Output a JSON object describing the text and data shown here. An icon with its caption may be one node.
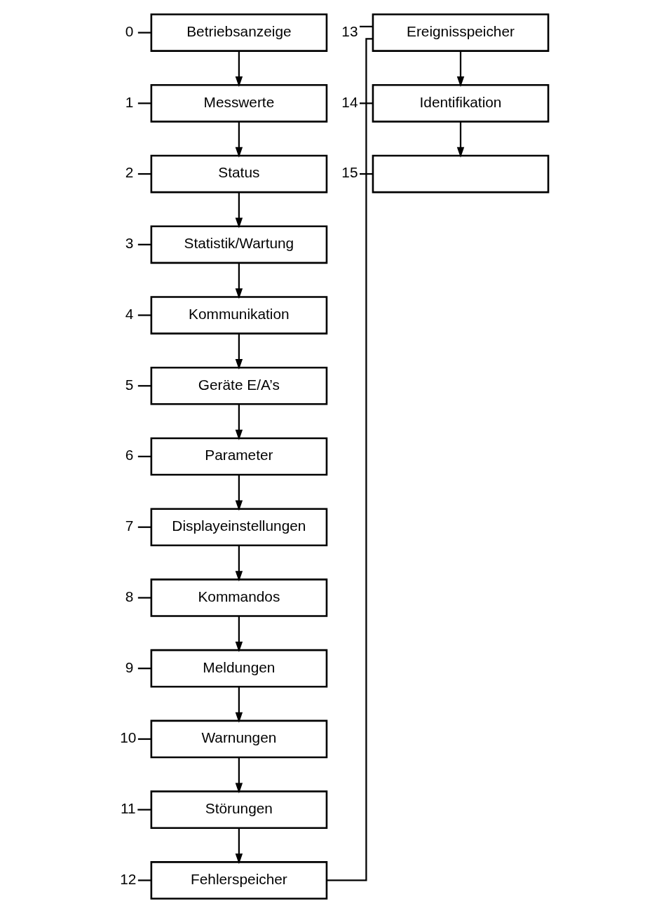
{
  "diagram": {
    "nodes": [
      {
        "text": [
          "0"
        ]
      },
      {
        "text": [
          "Betriebsanzeige"
        ]
      },
      {
        "text": [
          "1"
        ]
      },
      {
        "text": [
          "Messwerte"
        ]
      },
      {
        "text": [
          "2"
        ]
      },
      {
        "text": [
          "Status"
        ]
      },
      {
        "text": [
          "3"
        ]
      },
      {
        "text": [
          "Statistik/Wartung"
        ]
      },
      {
        "text": [
          "4"
        ]
      },
      {
        "text": [
          "Kommunikation"
        ]
      },
      {
        "text": [
          "5"
        ]
      },
      {
        "text": [
          "Geräte E/A’s"
        ]
      },
      {
        "text": [
          "6"
        ]
      },
      {
        "text": [
          "Parameter"
        ]
      },
      {
        "text": [
          "7"
        ]
      },
      {
        "text": [
          "Displayeinstellungen"
        ]
      },
      {
        "text": [
          "8"
        ]
      },
      {
        "text": [
          "Kommandos"
        ]
      },
      {
        "text": [
          "9"
        ]
      },
      {
        "text": [
          "Meldungen"
        ]
      },
      {
        "text": [
          "10"
        ]
      },
      {
        "text": [
          "Warnungen"
        ]
      },
      {
        "text": [
          "11"
        ]
      },
      {
        "text": [
          "Störungen"
        ]
      },
      {
        "text": [
          "12"
        ]
      },
      {
        "text": [
          "Fehlerspeicher"
        ]
      },
      {
        "text": [
          "13"
        ]
      },
      {
        "text": [
          "Ereignisspeicher"
        ]
      },
      {
        "text": [
          "14"
        ]
      },
      {
        "text": [
          "Identifikation"
        ]
      },
      {
        "text": [
          "15"
        ]
      },
      {
        "text": [],
        "shape": "box"
      }
    ],
    "edges": [
      {
        "from": 0,
        "to": 1,
        "arrow": "none"
      },
      {
        "from": 2,
        "to": 3,
        "arrow": "none"
      },
      {
        "from": 4,
        "to": 5,
        "arrow": "none"
      },
      {
        "from": 6,
        "to": 7,
        "arrow": "none"
      },
      {
        "from": 8,
        "to": 9,
        "arrow": "none"
      },
      {
        "from": 10,
        "to": 11,
        "arrow": "none"
      },
      {
        "from": 12,
        "to": 13,
        "arrow": "none"
      },
      {
        "from": 14,
        "to": 15,
        "arrow": "none"
      },
      {
        "from": 16,
        "to": 17,
        "arrow": "none"
      },
      {
        "from": 18,
        "to": 19,
        "arrow": "none"
      },
      {
        "from": 20,
        "to": 21,
        "arrow": "none"
      },
      {
        "from": 22,
        "to": 23,
        "arrow": "none"
      },
      {
        "from": 24,
        "to": 25,
        "arrow": "none"
      },
      {
        "from": 26,
        "to": 27,
        "arrow": "none"
      },
      {
        "from": 28,
        "to": 29,
        "arrow": "none"
      },
      {
        "from": 30,
        "to": 31,
        "arrow": "none"
      },
      {
        "from": 1,
        "to": 3,
        "arrow": "to"
      },
      {
        "from": 3,
        "to": 5,
        "arrow": "to"
      },
      {
        "from": 5,
        "to": 7,
        "arrow": "to"
      },
      {
        "from": 7,
        "to": 9,
        "arrow": "to"
      },
      {
        "from": 9,
        "to": 11,
        "arrow": "to"
      },
      {
        "from": 11,
        "to": 13,
        "arrow": "to"
      },
      {
        "from": 13,
        "to": 15,
        "arrow": "to"
      },
      {
        "from": 15,
        "to": 17,
        "arrow": "to"
      },
      {
        "from": 17,
        "to": 19,
        "arrow": "to"
      },
      {
        "from": 19,
        "to": 21,
        "arrow": "to"
      },
      {
        "from": 21,
        "to": 23,
        "arrow": "to"
      },
      {
        "from": 23,
        "to": 25,
        "arrow": "to"
      },
      {
        "from": 25,
        "to": 27,
        "arrow": "none"
      },
      {
        "from": 27,
        "to": 29,
        "arrow": "to"
      },
      {
        "from": 29,
        "to": 31,
        "arrow": "to"
      }
    ]
  }
}
